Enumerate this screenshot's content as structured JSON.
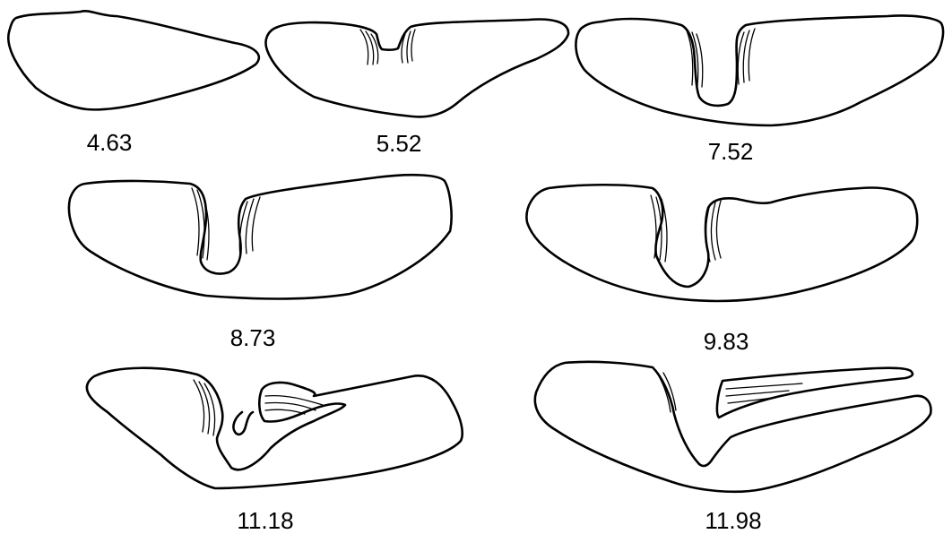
{
  "figure": {
    "panels": [
      {
        "label": "4.63"
      },
      {
        "label": "5.52"
      },
      {
        "label": "7.52"
      },
      {
        "label": "8.73"
      },
      {
        "label": "9.83"
      },
      {
        "label": "11.18"
      },
      {
        "label": "11.98"
      }
    ],
    "colors": {
      "stroke": "#000000",
      "background": "#ffffff"
    }
  }
}
